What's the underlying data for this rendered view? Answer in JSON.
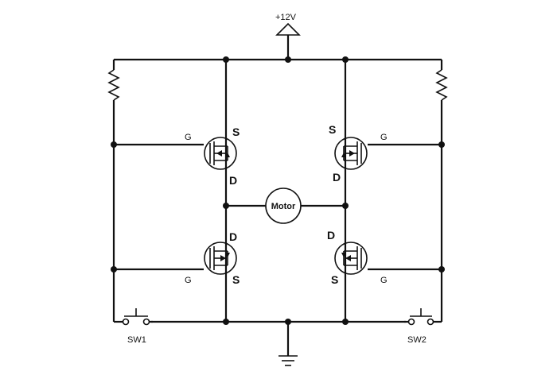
{
  "supply_label": "+12V",
  "motor_label": "Motor",
  "switches": [
    {
      "label": "SW1"
    },
    {
      "label": "SW2"
    }
  ],
  "transistors": [
    {
      "id": "q1",
      "gate": "G",
      "source": "S",
      "drain": "D"
    },
    {
      "id": "q2",
      "gate": "G",
      "source": "S",
      "drain": "D"
    },
    {
      "id": "q3",
      "gate": "G",
      "source": "S",
      "drain": "D"
    },
    {
      "id": "q4",
      "gate": "G",
      "source": "S",
      "drain": "D"
    }
  ]
}
